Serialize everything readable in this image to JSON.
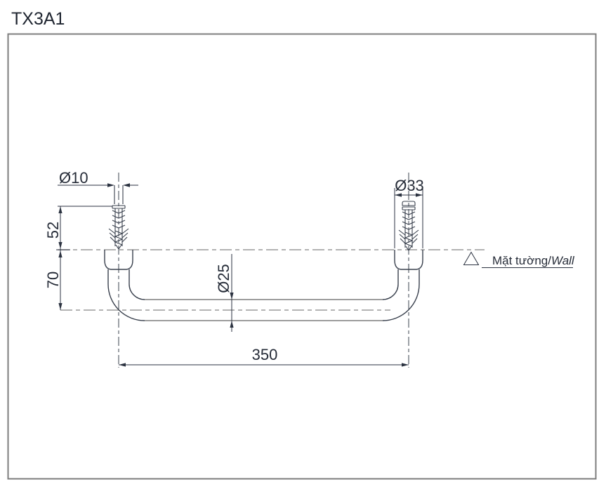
{
  "title": "TX3A1",
  "drawing": {
    "dimensions": {
      "screw_diameter": "Ø10",
      "anchor_depth": "52",
      "wall_offset": "70",
      "flange_diameter": "Ø33",
      "bar_diameter": "Ø25",
      "bar_length": "350"
    },
    "wall_label": {
      "vi": "Mặt tường/",
      "en": "Wall"
    },
    "colors": {
      "line_dark": "#39404d",
      "line_gray": "#7d7d7d",
      "centerline_gray": "#9a9a9a",
      "frame_border": "#7e7e7e",
      "text": "#262c38"
    }
  }
}
